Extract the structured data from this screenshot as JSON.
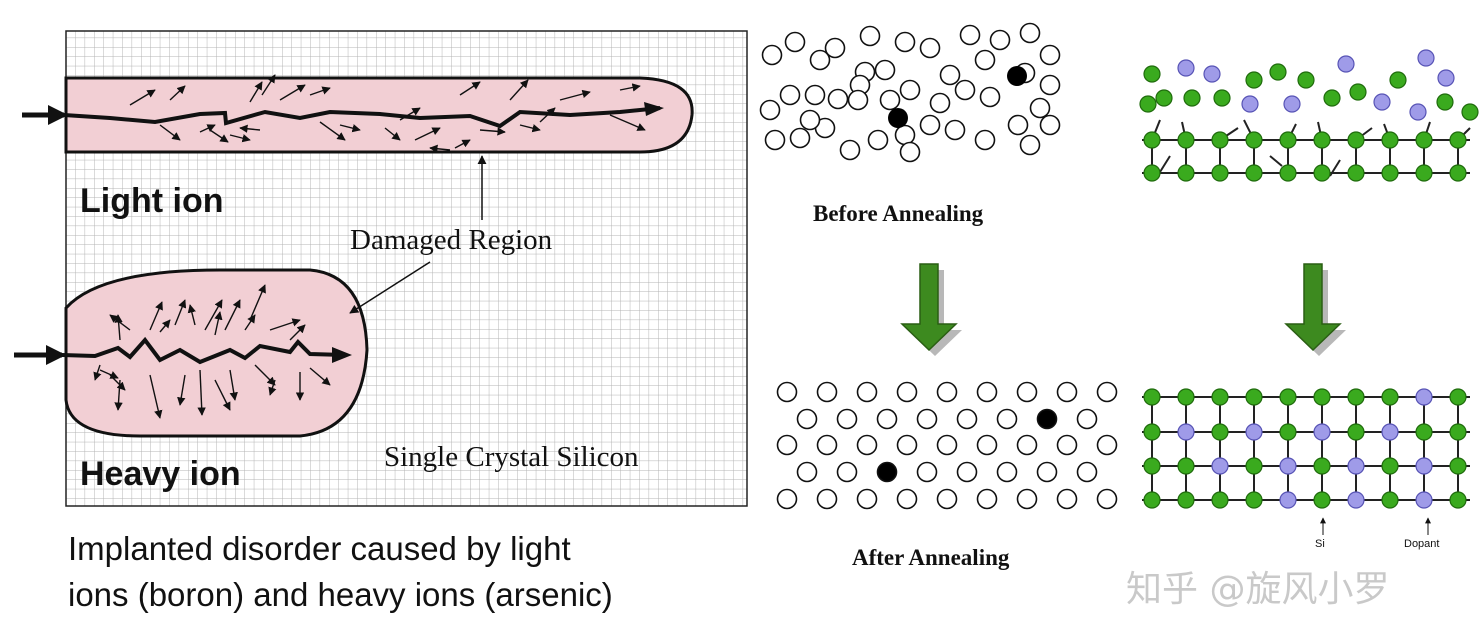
{
  "left_panel": {
    "light_ion_label": "Light ion",
    "heavy_ion_label": "Heavy ion",
    "damaged_region_label": "Damaged Region",
    "substrate_label": "Single Crystal Silicon"
  },
  "caption": {
    "line1": "Implanted disorder caused by light",
    "line2": "ions (boron) and heavy ions (arsenic)"
  },
  "middle_panel": {
    "before_label": "Before Annealing",
    "after_label": "After Annealing"
  },
  "right_panel": {
    "si_label": "Si",
    "dopant_label": "Dopant"
  },
  "watermark": "知乎 @旋风小罗",
  "colors": {
    "damage_fill": "#f2cfd4",
    "grid_line": "#b4b4b4",
    "silicon_atom": "#3aaa1e",
    "dopant_atom": "#9f9be8",
    "annealing_arrow": "#3d8a1f",
    "arrow_shadow": "#b8b8b8"
  }
}
